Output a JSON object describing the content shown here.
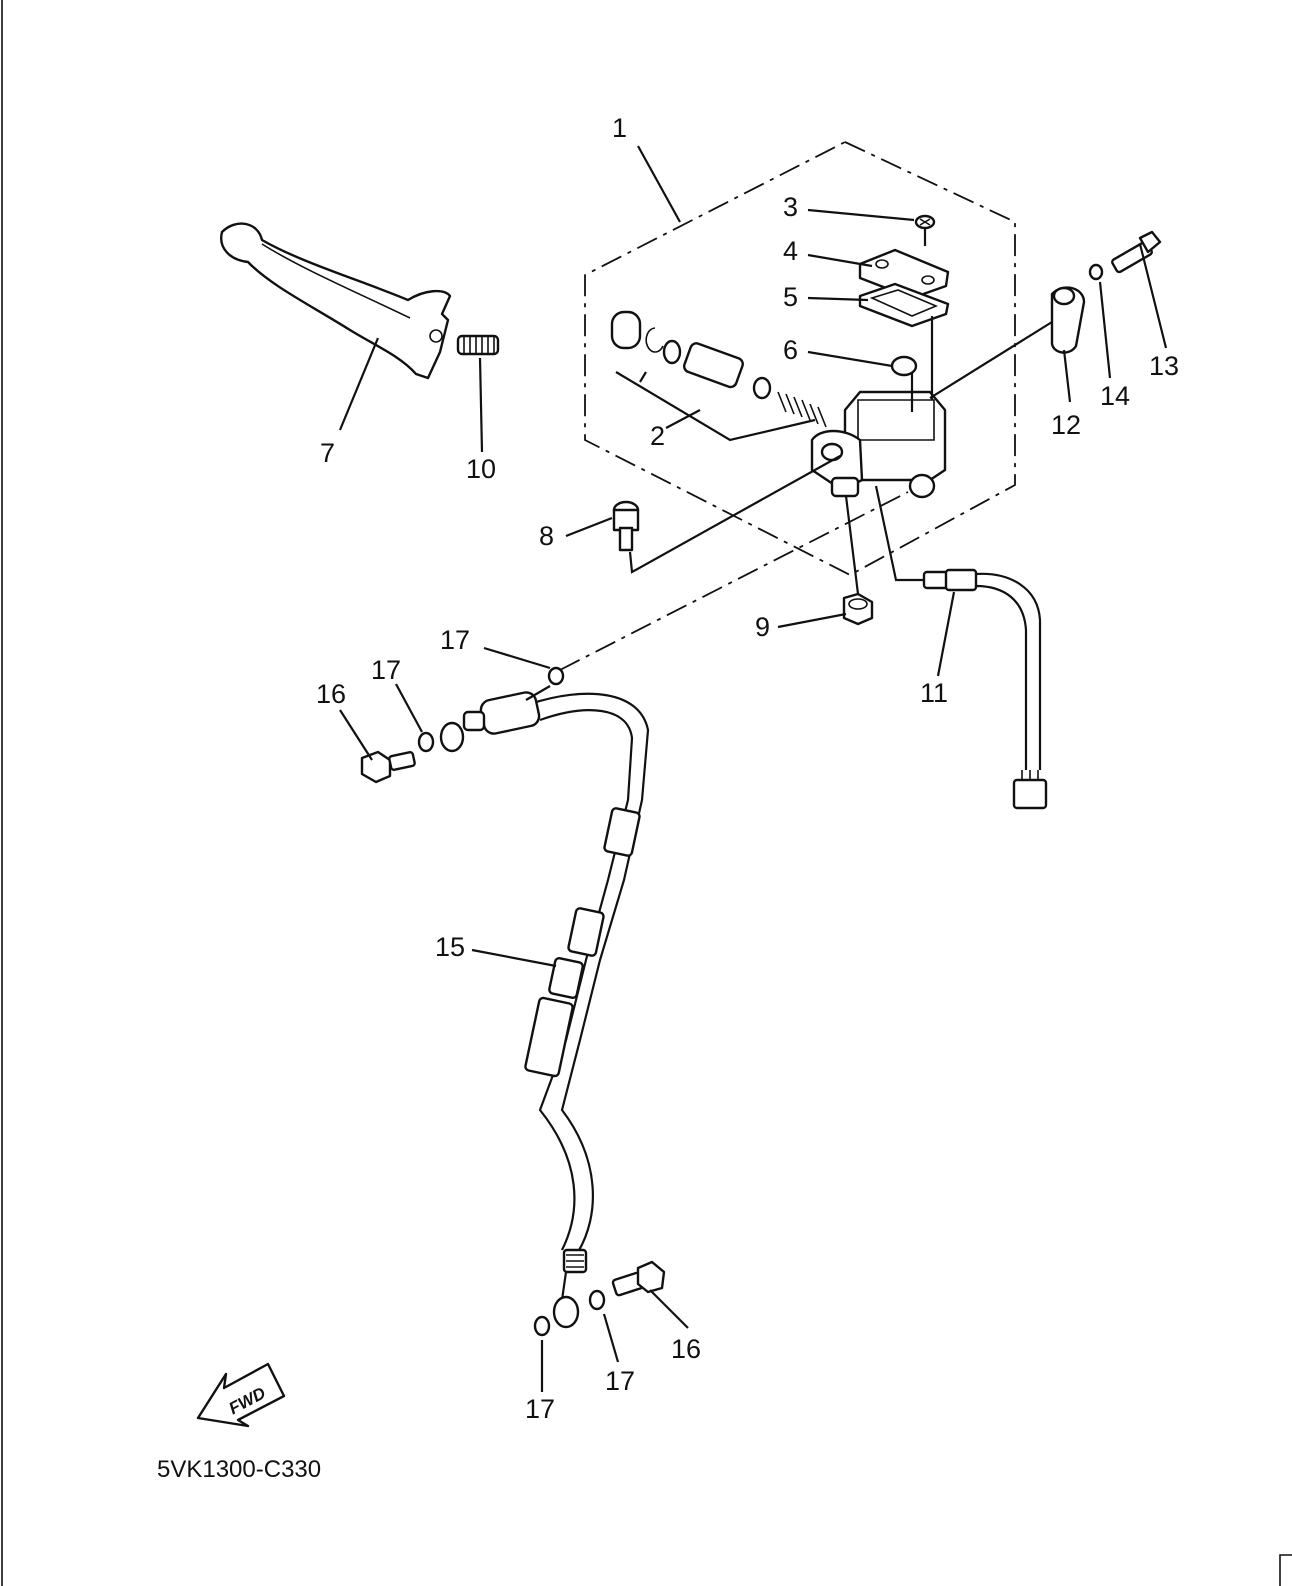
{
  "callouts": [
    {
      "id": "1",
      "label": "1"
    },
    {
      "id": "2",
      "label": "2"
    },
    {
      "id": "3",
      "label": "3"
    },
    {
      "id": "4",
      "label": "4"
    },
    {
      "id": "5",
      "label": "5"
    },
    {
      "id": "6",
      "label": "6"
    },
    {
      "id": "7",
      "label": "7"
    },
    {
      "id": "8",
      "label": "8"
    },
    {
      "id": "9",
      "label": "9"
    },
    {
      "id": "10",
      "label": "10"
    },
    {
      "id": "11",
      "label": "11"
    },
    {
      "id": "12",
      "label": "12"
    },
    {
      "id": "13",
      "label": "13"
    },
    {
      "id": "14",
      "label": "14"
    },
    {
      "id": "15",
      "label": "15"
    },
    {
      "id": "16a",
      "label": "16"
    },
    {
      "id": "16b",
      "label": "16"
    },
    {
      "id": "17a",
      "label": "17"
    },
    {
      "id": "17b",
      "label": "17"
    },
    {
      "id": "17c",
      "label": "17"
    },
    {
      "id": "17d",
      "label": "17"
    }
  ],
  "fwd_label": "FWD",
  "diagram_code": "5VK1300-C330"
}
